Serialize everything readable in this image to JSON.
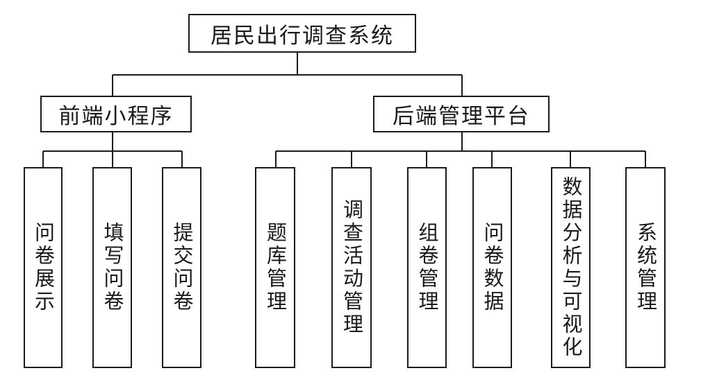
{
  "root": {
    "label": "居民出行调查系统"
  },
  "frontend": {
    "label": "前端小程序",
    "children": [
      "问卷展示",
      "填写问卷",
      "提交问卷"
    ]
  },
  "backend": {
    "label": "后端管理平台",
    "children": [
      "题库管理",
      "调查活动管理",
      "组卷管理",
      "问卷数据",
      "数据分析与可视化",
      "系统管理"
    ]
  }
}
